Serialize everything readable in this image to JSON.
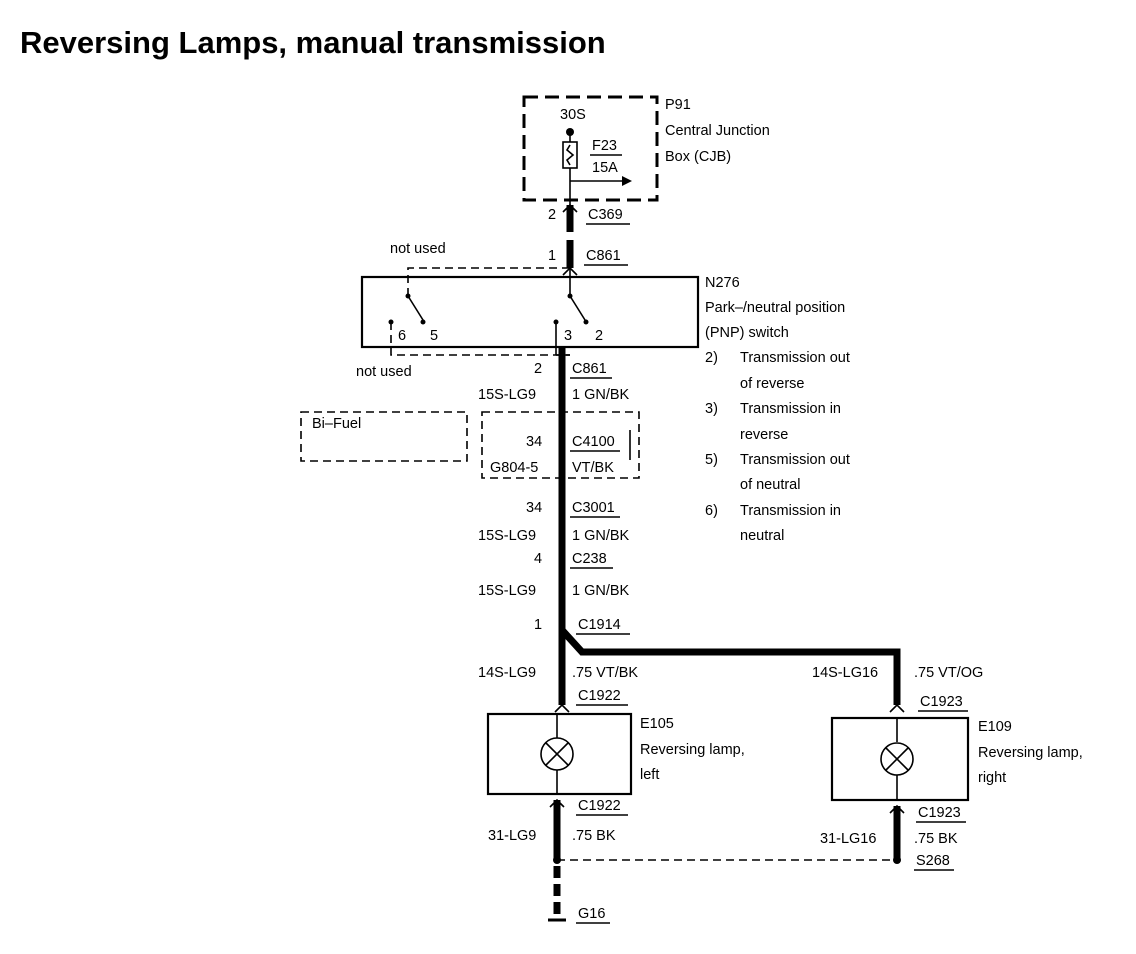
{
  "title": "Reversing Lamps, manual transmission",
  "cjb": {
    "terminal": "30S",
    "id": "P91",
    "name_l1": "Central Junction",
    "name_l2": "Box (CJB)",
    "fuse": "F23",
    "rating": "15A"
  },
  "conn": {
    "c369": "C369",
    "c369_pin": "2",
    "c861_top": "C861",
    "c861_top_pin": "1",
    "c861_bot": "C861",
    "c861_bot_pin": "2",
    "c4100": "C4100",
    "c4100_pin": "34",
    "c4100_wire": "G804-5",
    "c4100_color": "VT/BK",
    "c3001": "C3001",
    "c3001_pin": "34",
    "c238": "C238",
    "c238_pin": "4",
    "c1914": "C1914",
    "c1914_pin": "1",
    "c1922": "C1922",
    "c1923": "C1923",
    "s268": "S268",
    "g16": "G16"
  },
  "wires": {
    "w1_id": "15S-LG9",
    "w1_col": "1 GN/BK",
    "w2_id": "15S-LG9",
    "w2_col": "1 GN/BK",
    "w3_id": "15S-LG9",
    "w3_col": "1 GN/BK",
    "left_id": "14S-LG9",
    "left_col": ".75 VT/BK",
    "right_id": "14S-LG16",
    "right_col": ".75 VT/OG",
    "gnd_left_id": "31-LG9",
    "gnd_left_col": ".75 BK",
    "gnd_right_id": "31-LG16",
    "gnd_right_col": ".75 BK"
  },
  "switch": {
    "id": "N276",
    "name_l1": "Park–/neutral position",
    "name_l2": "(PNP) switch",
    "not_used_top": "not used",
    "not_used_bottom": "not used",
    "pin6": "6",
    "pin5": "5",
    "pin3": "3",
    "pin2": "2",
    "states": [
      {
        "num": "2)",
        "l1": "Transmission out",
        "l2": "of reverse"
      },
      {
        "num": "3)",
        "l1": "Transmission in",
        "l2": "reverse"
      },
      {
        "num": "5)",
        "l1": "Transmission out",
        "l2": "of neutral"
      },
      {
        "num": "6)",
        "l1": "Transmission in",
        "l2": "neutral"
      }
    ]
  },
  "bifuel": "Bi–Fuel",
  "lamp_left": {
    "id": "E105",
    "l1": "Reversing lamp,",
    "l2": "left"
  },
  "lamp_right": {
    "id": "E109",
    "l1": "Reversing lamp,",
    "l2": "right"
  }
}
